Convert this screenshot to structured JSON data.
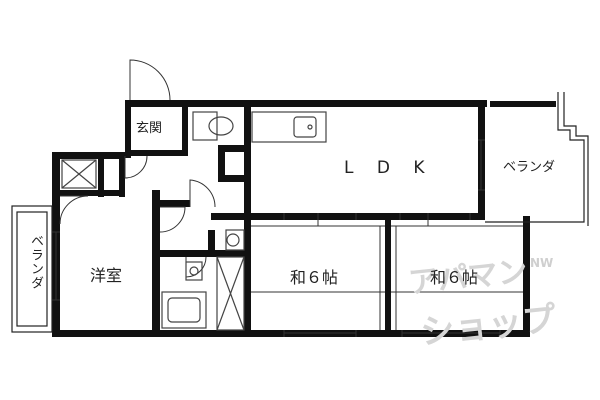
{
  "floorplan": {
    "rooms": {
      "ldk": "L D K",
      "western_room": "洋室",
      "tatami_room_1": "和６帖",
      "tatami_room_2": "和６帖",
      "entrance": "玄関",
      "balcony_right": "ベランダ",
      "balcony_left": "ベランダ"
    },
    "watermark": {
      "line1": "アパマン",
      "line2": "ショップ",
      "mark": "NW"
    },
    "colors": {
      "wall": "#111111",
      "fixture": "#444444",
      "background": "#ffffff",
      "watermark": "#d5d5d5"
    }
  }
}
